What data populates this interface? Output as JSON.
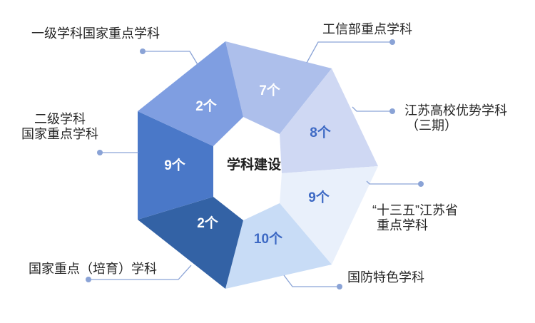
{
  "center_label": "学科建设",
  "segments": [
    {
      "id": "one-level-national",
      "value_label": "2个",
      "color": "#7f9ee1",
      "text_color": "#ffffff",
      "lines": [
        "一级学科国家重点学科"
      ]
    },
    {
      "id": "miit",
      "value_label": "7个",
      "color": "#adbfeb",
      "text_color": "#ffffff",
      "lines": [
        "工信部重点学科"
      ]
    },
    {
      "id": "jiangsu-advantage",
      "value_label": "8个",
      "color": "#cfd8f3",
      "text_color": "#3d69c4",
      "lines": [
        "江苏高校优势学科",
        "（三期）"
      ]
    },
    {
      "id": "jiangsu-135",
      "value_label": "9个",
      "color": "#e9f0fb",
      "text_color": "#3d69c4",
      "lines": [
        "“十三五”江苏省",
        "重点学科"
      ]
    },
    {
      "id": "defense",
      "value_label": "10个",
      "color": "#c8dcf6",
      "text_color": "#3d69c4",
      "lines": [
        "国防特色学科"
      ]
    },
    {
      "id": "national-cultivation",
      "value_label": "2个",
      "color": "#3362a5",
      "text_color": "#ffffff",
      "lines": [
        "国家重点（培育）学科"
      ]
    },
    {
      "id": "two-level-national",
      "value_label": "9个",
      "color": "#4a78c8",
      "text_color": "#ffffff",
      "lines": [
        "二级学科",
        "国家重点学科"
      ]
    }
  ],
  "colors": {
    "leader_line": "#8aa3d6",
    "center_text": "#1f1f1f"
  }
}
